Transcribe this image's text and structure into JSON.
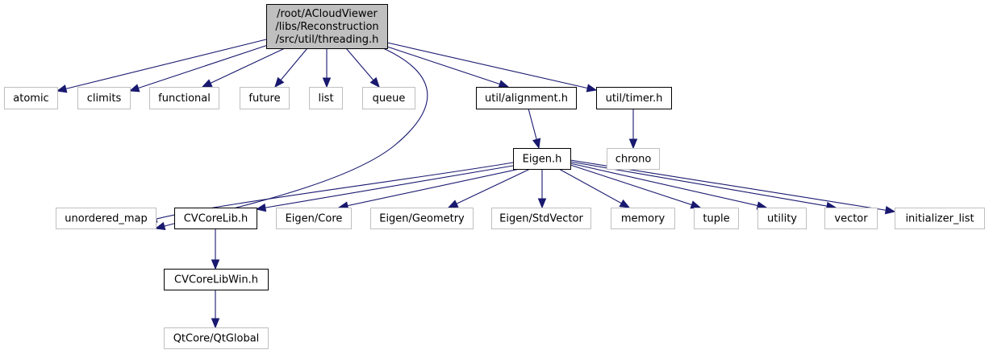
{
  "diagram": {
    "type": "include-dependency-graph",
    "colors": {
      "edge": "#191970",
      "root_fill": "#bfbfbf",
      "root_border": "#000000",
      "local_border": "#000000",
      "system_border": "#bfbfbf"
    },
    "nodes": [
      {
        "id": "root",
        "label_lines": [
          "/root/ACloudViewer",
          "/libs/Reconstruction",
          "/src/util/threading.h"
        ],
        "kind": "root"
      },
      {
        "id": "atomic",
        "label_lines": [
          "atomic"
        ],
        "kind": "system"
      },
      {
        "id": "climits",
        "label_lines": [
          "climits"
        ],
        "kind": "system"
      },
      {
        "id": "functional",
        "label_lines": [
          "functional"
        ],
        "kind": "system"
      },
      {
        "id": "future",
        "label_lines": [
          "future"
        ],
        "kind": "system"
      },
      {
        "id": "list",
        "label_lines": [
          "list"
        ],
        "kind": "system"
      },
      {
        "id": "queue",
        "label_lines": [
          "queue"
        ],
        "kind": "system"
      },
      {
        "id": "alignment",
        "label_lines": [
          "util/alignment.h"
        ],
        "kind": "local"
      },
      {
        "id": "timer",
        "label_lines": [
          "util/timer.h"
        ],
        "kind": "local"
      },
      {
        "id": "eigen",
        "label_lines": [
          "Eigen.h"
        ],
        "kind": "local"
      },
      {
        "id": "chrono",
        "label_lines": [
          "chrono"
        ],
        "kind": "system"
      },
      {
        "id": "unordered_map",
        "label_lines": [
          "unordered_map"
        ],
        "kind": "system"
      },
      {
        "id": "cvcorelib",
        "label_lines": [
          "CVCoreLib.h"
        ],
        "kind": "local"
      },
      {
        "id": "eigen_core",
        "label_lines": [
          "Eigen/Core"
        ],
        "kind": "system"
      },
      {
        "id": "eigen_geometry",
        "label_lines": [
          "Eigen/Geometry"
        ],
        "kind": "system"
      },
      {
        "id": "eigen_stdvector",
        "label_lines": [
          "Eigen/StdVector"
        ],
        "kind": "system"
      },
      {
        "id": "memory",
        "label_lines": [
          "memory"
        ],
        "kind": "system"
      },
      {
        "id": "tuple",
        "label_lines": [
          "tuple"
        ],
        "kind": "system"
      },
      {
        "id": "utility",
        "label_lines": [
          "utility"
        ],
        "kind": "system"
      },
      {
        "id": "vector",
        "label_lines": [
          "vector"
        ],
        "kind": "system"
      },
      {
        "id": "initializer_list",
        "label_lines": [
          "initializer_list"
        ],
        "kind": "system"
      },
      {
        "id": "cvcorelibwin",
        "label_lines": [
          "CVCoreLibWin.h"
        ],
        "kind": "local"
      },
      {
        "id": "qtglobal",
        "label_lines": [
          "QtCore/QtGlobal"
        ],
        "kind": "system"
      }
    ],
    "edges": [
      {
        "from": "root",
        "to": "atomic"
      },
      {
        "from": "root",
        "to": "climits"
      },
      {
        "from": "root",
        "to": "functional"
      },
      {
        "from": "root",
        "to": "future"
      },
      {
        "from": "root",
        "to": "list"
      },
      {
        "from": "root",
        "to": "queue"
      },
      {
        "from": "root",
        "to": "unordered_map"
      },
      {
        "from": "root",
        "to": "alignment"
      },
      {
        "from": "root",
        "to": "timer"
      },
      {
        "from": "alignment",
        "to": "eigen"
      },
      {
        "from": "timer",
        "to": "chrono"
      },
      {
        "from": "eigen",
        "to": "unordered_map"
      },
      {
        "from": "eigen",
        "to": "cvcorelib"
      },
      {
        "from": "eigen",
        "to": "eigen_core"
      },
      {
        "from": "eigen",
        "to": "eigen_geometry"
      },
      {
        "from": "eigen",
        "to": "eigen_stdvector"
      },
      {
        "from": "eigen",
        "to": "memory"
      },
      {
        "from": "eigen",
        "to": "tuple"
      },
      {
        "from": "eigen",
        "to": "utility"
      },
      {
        "from": "eigen",
        "to": "vector"
      },
      {
        "from": "eigen",
        "to": "initializer_list"
      },
      {
        "from": "cvcorelib",
        "to": "cvcorelibwin"
      },
      {
        "from": "cvcorelibwin",
        "to": "qtglobal"
      }
    ]
  }
}
